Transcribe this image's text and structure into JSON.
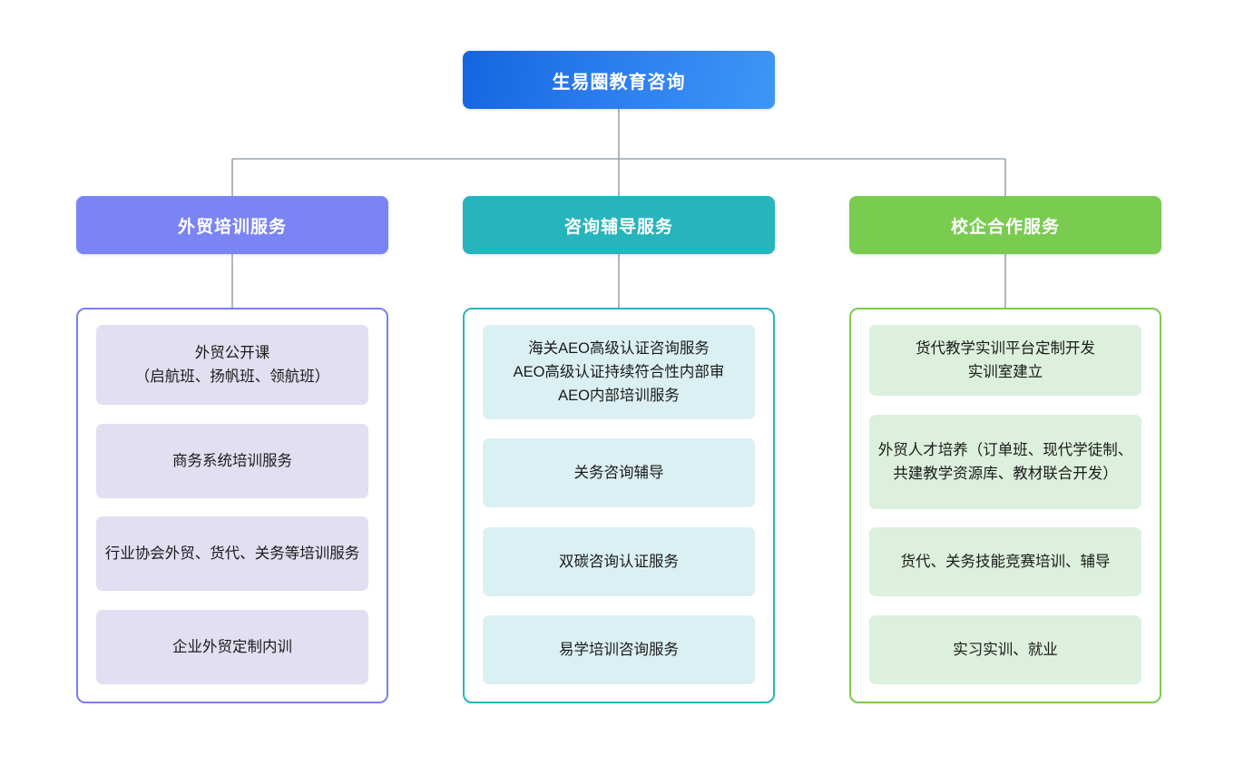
{
  "diagram": {
    "type": "organization-tree",
    "root": {
      "label": "生易圈教育咨询",
      "color": "#2b7cee"
    },
    "connector_color": "#9aa5b1",
    "branches": [
      {
        "header_label": "外贸培训服务",
        "header_color": "#7b84f4",
        "border_color": "#7b7ef0",
        "item_color": "#e2dff2",
        "items": [
          "外贸公开课\n（启航班、扬帆班、领航班）",
          "商务系统培训服务",
          "行业协会外贸、货代、关务等培训服务",
          "企业外贸定制内训"
        ]
      },
      {
        "header_label": "咨询辅导服务",
        "header_color": "#27b5bd",
        "border_color": "#27b5bd",
        "item_color": "#dbf0f2",
        "items": [
          "海关AEO高级认证咨询服务\nAEO高级认证持续符合性内部审\nAEO内部培训服务",
          "关务咨询辅导",
          "双碳咨询认证服务",
          "易学培训咨询服务"
        ]
      },
      {
        "header_label": "校企合作服务",
        "header_color": "#79cc50",
        "border_color": "#79cc50",
        "item_color": "#dcf0dd",
        "items": [
          "货代教学实训平台定制开发\n实训室建立",
          "外贸人才培养（订单班、现代学徒制、共建教学资源库、教材联合开发）",
          "货代、关务技能竞赛培训、辅导",
          "实习实训、就业"
        ]
      }
    ]
  }
}
